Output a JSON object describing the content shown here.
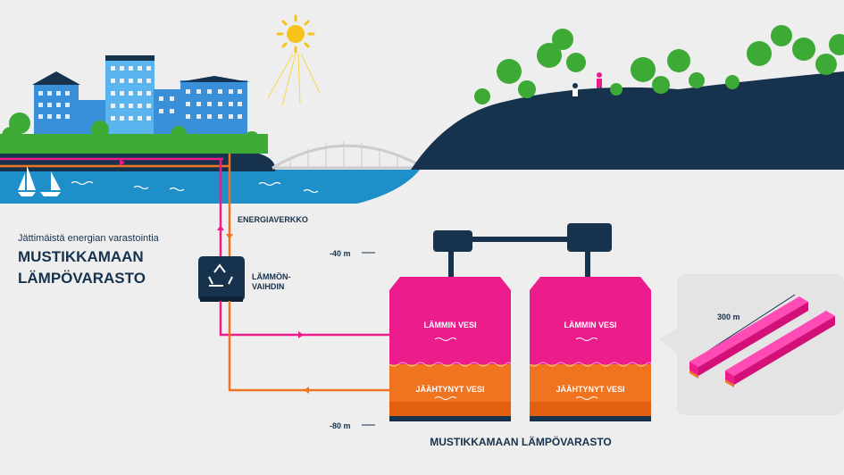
{
  "subtitle": "Jättimäistä energian varastointia",
  "title_line1": "MUSTIKKAMAAN",
  "title_line2": "LÄMPÖVARASTO",
  "energy_network_label": "ENERGIAVERKKO",
  "heat_exchanger_label_line1": "LÄMMÖN-",
  "heat_exchanger_label_line2": "VAIHDIN",
  "depth_top": "-40 m",
  "depth_bottom": "-80 m",
  "tanks": [
    {
      "warm_label": "LÄMMIN VESI",
      "cold_label": "JÄÄHTYNYT VESI"
    },
    {
      "warm_label": "LÄMMIN VESI",
      "cold_label": "JÄÄHTYNYT VESI"
    }
  ],
  "storage_caption": "MUSTIKKAMAAN LÄMPÖVARASTO",
  "cavern_length": "300 m",
  "colors": {
    "warm": "#ec1c8c",
    "cold": "#f07320",
    "navy": "#17324d",
    "water": "#1f8fc9",
    "building": "#3a8fd9",
    "green": "#3daa35",
    "background": "#eeeeee"
  },
  "icons": [
    "sun-icon",
    "recycle-icon",
    "sailboat-icon",
    "bridge-icon",
    "tree-icon",
    "building-icon"
  ]
}
